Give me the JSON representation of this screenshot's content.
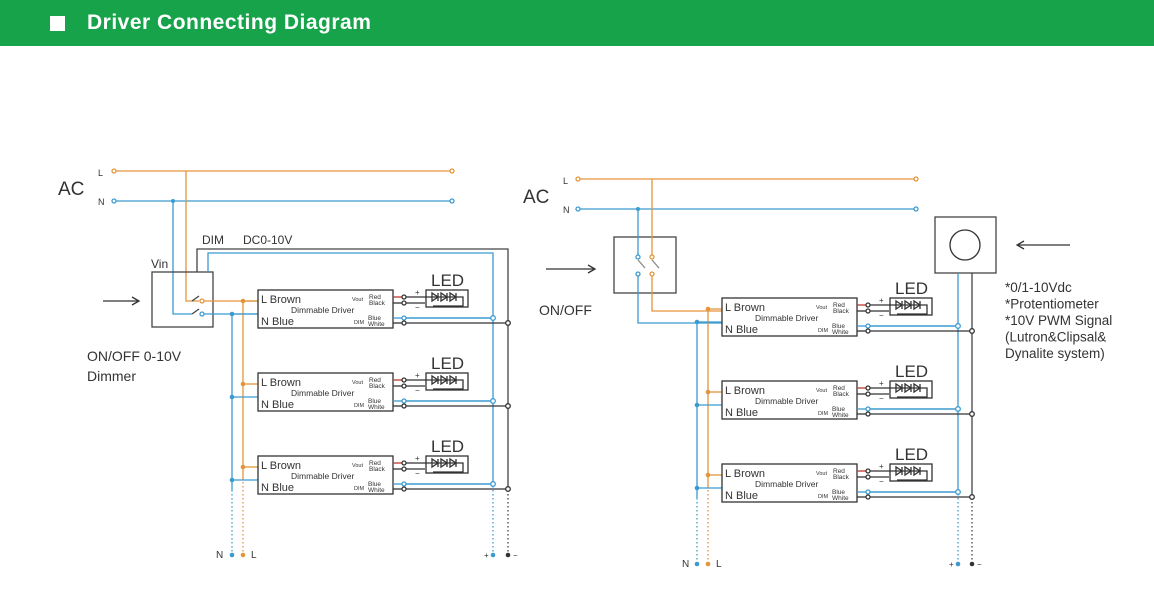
{
  "header": {
    "title": "Driver Connecting Diagram"
  },
  "colors": {
    "header": "#17a34a",
    "live": "#e3953a",
    "neutral": "#3b9bd1",
    "dim_negative": "#333333",
    "led_positive": "#c0392b"
  },
  "driver": {
    "l": "L Brown",
    "n": "N Blue",
    "name": "Dimmable Driver",
    "vout": "Vout",
    "dim": "DIM",
    "red": "Red",
    "black": "Black",
    "blue": "Blue",
    "white": "White",
    "led": "LED",
    "plus": "+",
    "minus": "−"
  },
  "left": {
    "ac": "AC",
    "l": "L",
    "n": "N",
    "vin": "Vin",
    "dim": "DIM",
    "dc": "DC0-10V",
    "caption1": "ON/OFF 0-10V",
    "caption2": "Dimmer",
    "bottom_n": "N",
    "bottom_l": "L",
    "bottom_plus": "+",
    "bottom_minus": "−"
  },
  "right": {
    "ac": "AC",
    "l": "L",
    "n": "N",
    "switch": "ON/OFF",
    "notes": [
      "*0/1-10Vdc",
      "*Protentiometer",
      "*10V PWM Signal",
      "(Lutron&Clipsal&",
      "Dynalite system)"
    ],
    "bottom_n": "N",
    "bottom_l": "L",
    "bottom_plus": "+",
    "bottom_minus": "−"
  }
}
